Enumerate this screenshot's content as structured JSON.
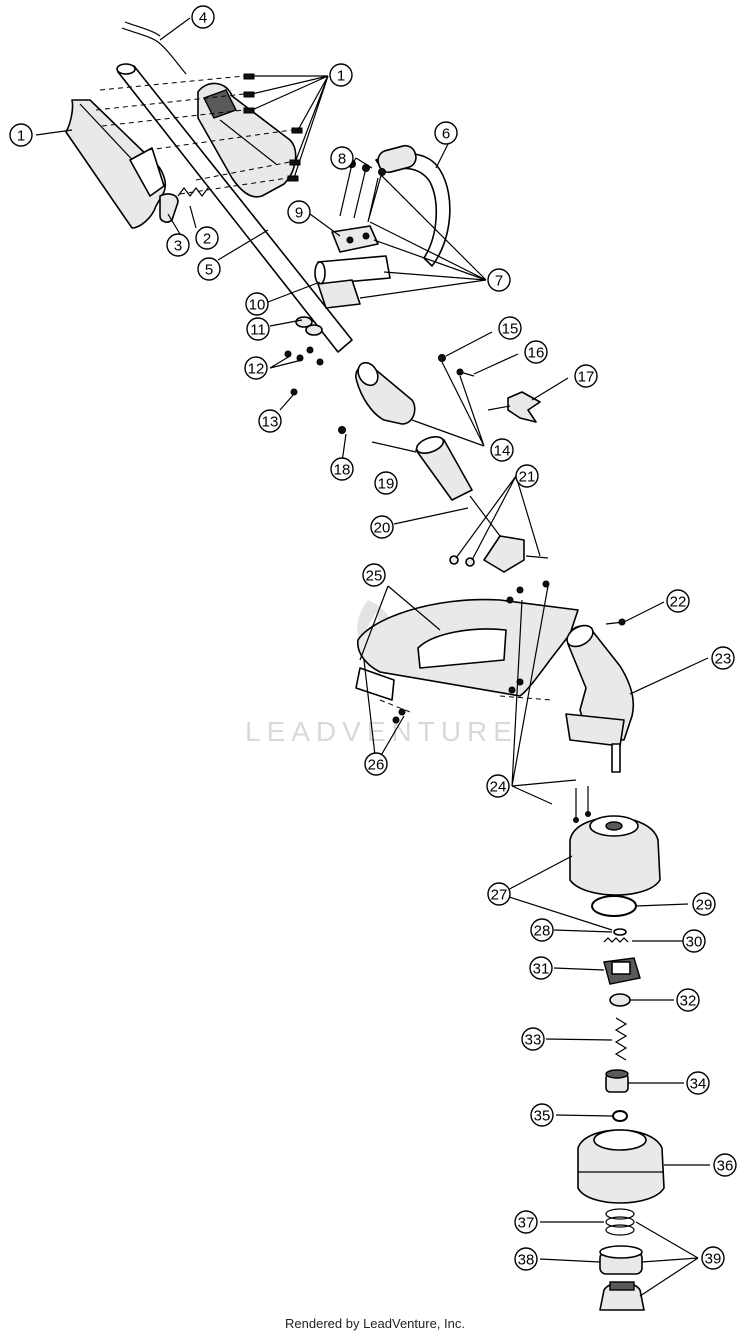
{
  "watermark": "LEADVENTURE",
  "footer": "Rendered by LeadVenture, Inc.",
  "callouts": [
    {
      "n": "1"
    },
    {
      "n": "1"
    },
    {
      "n": "2"
    },
    {
      "n": "3"
    },
    {
      "n": "4"
    },
    {
      "n": "5"
    },
    {
      "n": "6"
    },
    {
      "n": "7"
    },
    {
      "n": "8"
    },
    {
      "n": "9"
    },
    {
      "n": "10"
    },
    {
      "n": "11"
    },
    {
      "n": "12"
    },
    {
      "n": "13"
    },
    {
      "n": "14"
    },
    {
      "n": "15"
    },
    {
      "n": "16"
    },
    {
      "n": "17"
    },
    {
      "n": "18"
    },
    {
      "n": "19"
    },
    {
      "n": "20"
    },
    {
      "n": "21"
    },
    {
      "n": "22"
    },
    {
      "n": "23"
    },
    {
      "n": "24"
    },
    {
      "n": "25"
    },
    {
      "n": "26"
    },
    {
      "n": "27"
    },
    {
      "n": "28"
    },
    {
      "n": "29"
    },
    {
      "n": "30"
    },
    {
      "n": "31"
    },
    {
      "n": "32"
    },
    {
      "n": "33"
    },
    {
      "n": "34"
    },
    {
      "n": "35"
    },
    {
      "n": "36"
    },
    {
      "n": "37"
    },
    {
      "n": "38"
    },
    {
      "n": "39"
    }
  ]
}
